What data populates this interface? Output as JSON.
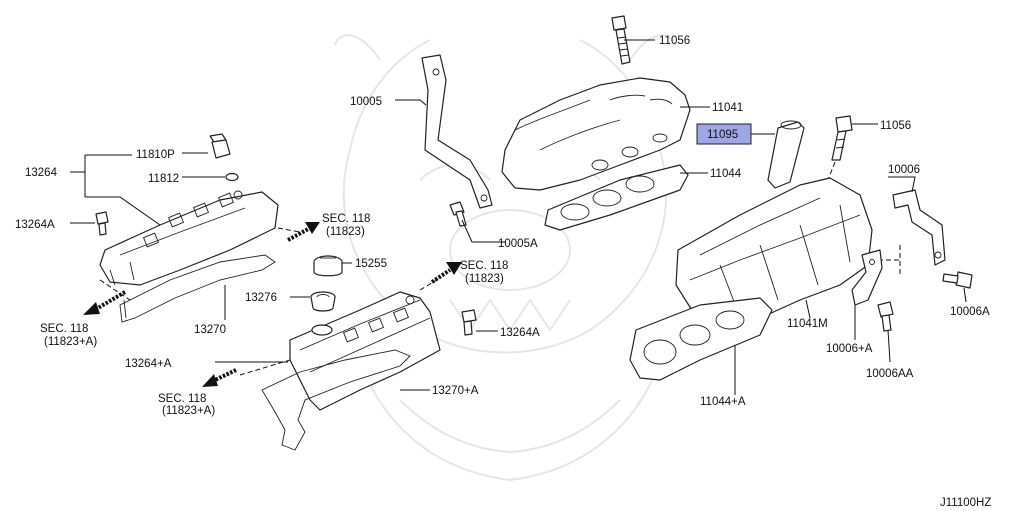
{
  "diagram": {
    "code": "J11100HZ",
    "highlighted_part": "11095",
    "highlight_color": "#9fa6e8",
    "labels": {
      "p11056_top": "11056",
      "p11041": "11041",
      "p10005": "10005",
      "p11095": "11095",
      "p11056_right": "11056",
      "p11044": "11044",
      "p11810p": "11810P",
      "p13264": "13264",
      "p11812": "11812",
      "p10006": "10006",
      "p13264a_left": "13264A",
      "sec118_a_line1": "SEC. 118",
      "sec118_a_line2": "(11823)",
      "p10005a": "10005A",
      "p15255": "15255",
      "sec118_b_line1": "SEC. 118",
      "sec118_b_line2": "(11823)",
      "p10006a": "10006A",
      "p13276": "13276",
      "sec118_c_line1": "SEC. 118",
      "sec118_c_line2": "(11823+A)",
      "p13270": "13270",
      "p11041m": "11041M",
      "p13264a_mid": "13264A",
      "p13264plusa": "13264+A",
      "p10006plusa": "10006+A",
      "p10006aa": "10006AA",
      "sec118_d_line1": "SEC. 118",
      "sec118_d_line2": "(11823+A)",
      "p13270plusa": "13270+A",
      "p11044plusa": "11044+A"
    }
  }
}
